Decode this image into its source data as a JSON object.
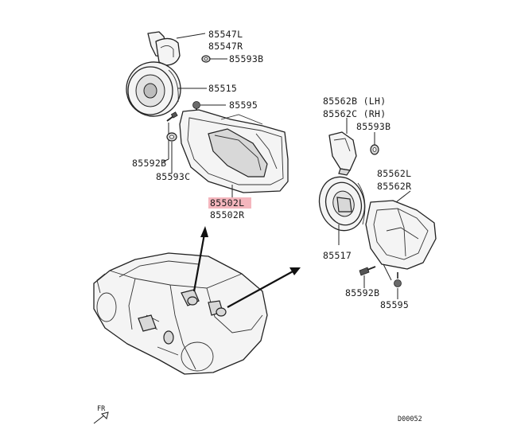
{
  "diagram": {
    "labels": {
      "p85547L": "85547L",
      "p85547R": "85547R",
      "p85593B_top": "85593B",
      "p85515": "85515",
      "p85595_top": "85595",
      "p85592B_left": "85592B",
      "p85593C": "85593C",
      "p85502L": "85502L",
      "p85502R": "85502R",
      "p85562B": "85562B (LH)",
      "p85562C": "85562C (RH)",
      "p85593B_right": "85593B",
      "p85562L": "85562L",
      "p85562R": "85562R",
      "p85517": "85517",
      "p85592B_right": "85592B",
      "p85595_right": "85595"
    },
    "highlight_color": "#f4b6bd",
    "fr_label": "FR",
    "drawing_id": "D00052"
  }
}
